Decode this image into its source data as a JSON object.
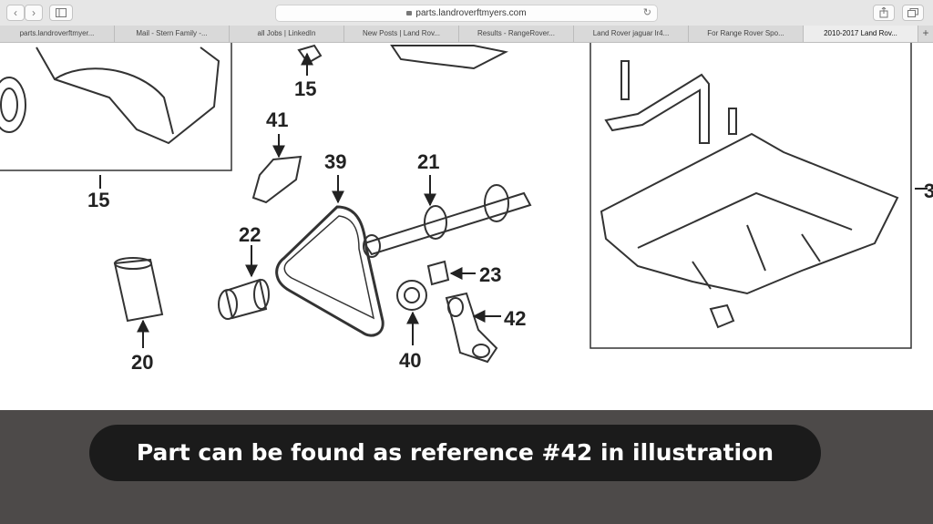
{
  "browser": {
    "url": "parts.landroverftmyers.com",
    "tabs": [
      {
        "label": "parts.landroverftmyer..."
      },
      {
        "label": "Mail - Stern Family -..."
      },
      {
        "label": "all Jobs | LinkedIn"
      },
      {
        "label": "New Posts | Land Rov..."
      },
      {
        "label": "Results - RangeRover..."
      },
      {
        "label": "Land Rover jaguar lr4..."
      },
      {
        "label": "For Range Rover Spo..."
      },
      {
        "label": "2010-2017 Land Rov..."
      }
    ],
    "new_tab_label": "+"
  },
  "illustration": {
    "callouts": [
      "15",
      "15",
      "41",
      "39",
      "21",
      "22",
      "23",
      "20",
      "40",
      "42",
      "3"
    ]
  },
  "caption": {
    "text": "Part can be found as reference #42 in illustration"
  }
}
